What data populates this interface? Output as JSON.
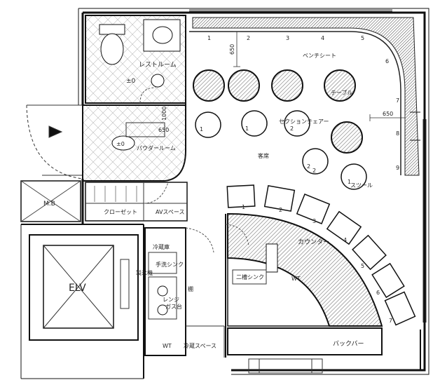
{
  "labels": {
    "restroom": "レストルーム",
    "restroom_level": "±0",
    "powder_level": "±0",
    "powder_room": "パウダールーム",
    "closet": "クローゼット",
    "av_space": "AVスペース",
    "mb": "M.B",
    "elv": "ELV",
    "bench_seat": "ベンチシート",
    "table": "テーブル",
    "section_chair": "セクションチェアー",
    "guest_seating": "客席",
    "stool": "スツール",
    "counter": "カウンター",
    "sink_2": "二槽シンク",
    "wt_counter": "WT",
    "wash_sink": "手洗シンク",
    "cold_box": "冷蔵庫",
    "ice_maker": "製氷機",
    "range": "レンジ",
    "gas_stove": "ガス台",
    "shelf": "棚",
    "wt_kitchen": "WT",
    "fridge_space": "冷蔵スペース",
    "back_bar": "バックバー",
    "dim_650_top": "650",
    "dim_650_right": "650",
    "dim_650_powder": "650",
    "dim_1000": "1000"
  },
  "seat_numbers": [
    "1",
    "2",
    "3",
    "4",
    "5",
    "6",
    "7",
    "8",
    "9"
  ],
  "chair_numbers": [
    "1",
    "1",
    "2",
    "2",
    "1",
    "2"
  ],
  "stool_numbers": [
    "1",
    "2",
    "3",
    "4",
    "5",
    "6",
    "7"
  ]
}
